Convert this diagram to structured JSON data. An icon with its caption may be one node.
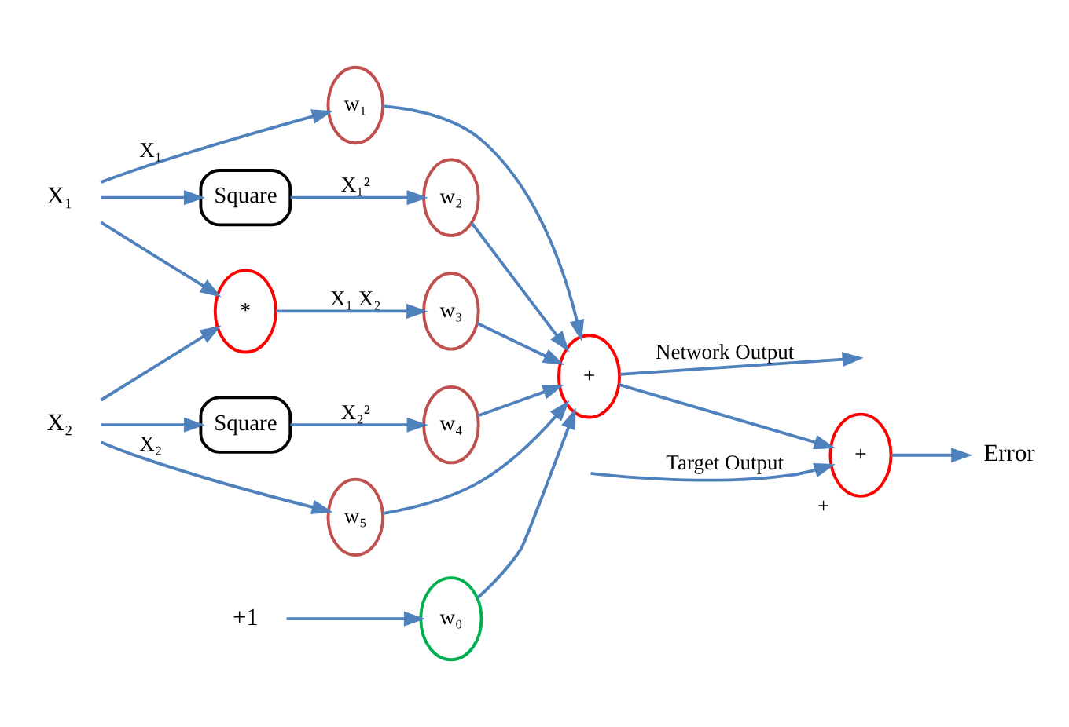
{
  "diagram": {
    "nodes": [
      {
        "text": [
          "X₁"
        ]
      },
      {
        "text": [
          "X₂"
        ]
      },
      {
        "text": [
          "Square"
        ]
      },
      {
        "text": [
          "*"
        ]
      },
      {
        "text": [
          "Square"
        ]
      },
      {
        "text": [
          "w₁"
        ]
      },
      {
        "text": [
          "w₂"
        ]
      },
      {
        "text": [
          "w₃"
        ]
      },
      {
        "text": [
          "w₄"
        ]
      },
      {
        "text": [
          "w₅"
        ]
      },
      {
        "text": [
          "+1"
        ]
      },
      {
        "text": [
          "w₀"
        ]
      },
      {
        "text": [
          "+"
        ]
      },
      {
        "text": [
          "+"
        ],
        "beside": [
          "+"
        ]
      },
      {
        "text": [
          "Error"
        ]
      }
    ],
    "edges": [
      {
        "from": 0,
        "to": 5,
        "arrow": "to",
        "label": "X₁"
      },
      {
        "from": 0,
        "to": 2,
        "arrow": "to"
      },
      {
        "from": 0,
        "to": 3,
        "arrow": "to"
      },
      {
        "from": 2,
        "to": 6,
        "arrow": "to",
        "label": "X₁²"
      },
      {
        "from": 3,
        "to": 7,
        "arrow": "to",
        "label": "X₁ X₂"
      },
      {
        "from": 1,
        "to": 3,
        "arrow": "to"
      },
      {
        "from": 1,
        "to": 4,
        "arrow": "to"
      },
      {
        "from": 1,
        "to": 9,
        "arrow": "to",
        "label": "X₂"
      },
      {
        "from": 4,
        "to": 8,
        "arrow": "to",
        "label": "X₂²"
      },
      {
        "from": 10,
        "to": 11,
        "arrow": "to"
      },
      {
        "from": 5,
        "to": 12,
        "arrow": "to"
      },
      {
        "from": 6,
        "to": 12,
        "arrow": "to"
      },
      {
        "from": 7,
        "to": 12,
        "arrow": "to"
      },
      {
        "from": 8,
        "to": 12,
        "arrow": "to"
      },
      {
        "from": 9,
        "to": 12,
        "arrow": "to"
      },
      {
        "from": 11,
        "to": 12,
        "arrow": "to"
      },
      {
        "from": 12,
        "to": null,
        "arrow": "to",
        "label": "Network Output"
      },
      {
        "from": 12,
        "to": 13,
        "arrow": "to"
      },
      {
        "from": null,
        "to": 13,
        "arrow": "to",
        "label": "Target Output"
      },
      {
        "from": 13,
        "to": 14,
        "arrow": "to"
      }
    ]
  }
}
